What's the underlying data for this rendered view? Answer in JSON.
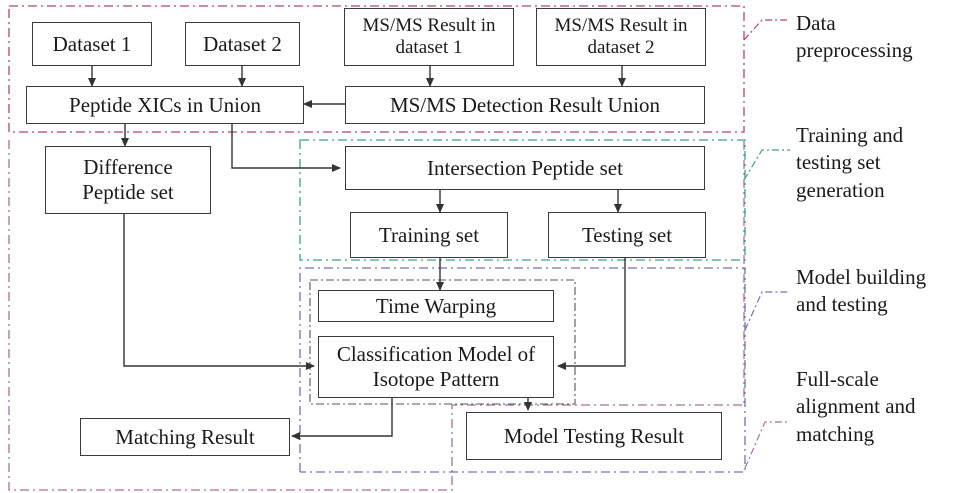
{
  "diagram": {
    "boxes": {
      "dataset1": "Dataset 1",
      "dataset2": "Dataset 2",
      "msms1": "MS/MS Result in dataset 1",
      "msms2": "MS/MS Result in dataset 2",
      "xic_union": "Peptide XICs in Union",
      "msms_union": "MS/MS Detection Result Union",
      "difference_set": "Difference Peptide set",
      "intersection_set": "Intersection Peptide set",
      "training_set": "Training set",
      "testing_set": "Testing set",
      "time_warping": "Time Warping",
      "classification_model": "Classification Model of Isotope Pattern",
      "matching_result": "Matching Result",
      "model_testing_result": "Model Testing Result"
    },
    "stages": {
      "preprocessing": "Data preprocessing",
      "training_testing": "Training and testing set generation",
      "model_building": "Model building and testing",
      "full_scale": "Full-scale alignment and matching"
    },
    "colors": {
      "preprocessing": "#b0447a",
      "training_testing": "#3e9f8f",
      "model_building": "#6f73b5",
      "full_scale": "#a7709c",
      "box_border": "#3a3a3a",
      "arrow": "#333333"
    }
  }
}
